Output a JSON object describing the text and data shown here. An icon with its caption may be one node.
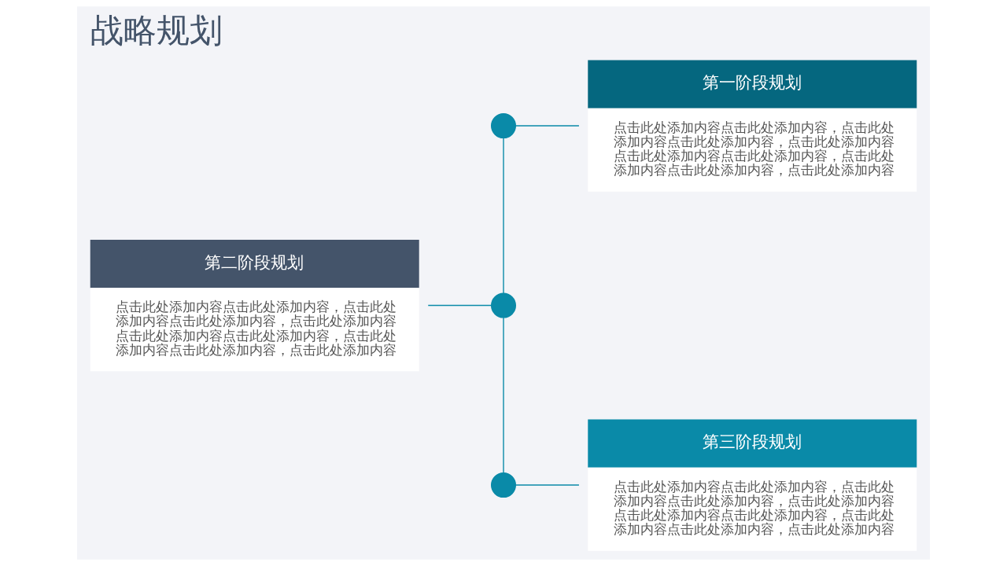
{
  "diagram": {
    "title": "战略规划",
    "nodes": [
      {
        "text": [
          "第一阶段规划",
          "点击此处添加内容点击此处添加内容，点击此处添加内容点击此处添加内容，点击此处添加内容点击此处添加内容点击此处添加内容，点击此处添加内容点击此处添加内容，点击此处添加内容"
        ]
      },
      {
        "text": [],
        "shape": "circle"
      },
      {
        "text": [
          "第二阶段规划",
          "点击此处添加内容点击此处添加内容，点击此处添加内容点击此处添加内容，点击此处添加内容点击此处添加内容点击此处添加内容，点击此处添加内容点击此处添加内容，点击此处添加内容"
        ]
      },
      {
        "text": [],
        "shape": "circle"
      },
      {
        "text": [
          "第三阶段规划",
          "点击此处添加内容点击此处添加内容，点击此处添加内容点击此处添加内容，点击此处添加内容点击此处添加内容点击此处添加内容，点击此处添加内容点击此处添加内容，点击此处添加内容"
        ]
      },
      {
        "text": [],
        "shape": "circle"
      }
    ],
    "edges": [
      {
        "from": 1,
        "to": 0,
        "arrow": "none"
      },
      {
        "from": 1,
        "to": 3,
        "arrow": "none"
      },
      {
        "from": 2,
        "to": 3,
        "arrow": "none"
      },
      {
        "from": 3,
        "to": 5,
        "arrow": "none"
      },
      {
        "from": 5,
        "to": 4,
        "arrow": "none"
      }
    ]
  }
}
